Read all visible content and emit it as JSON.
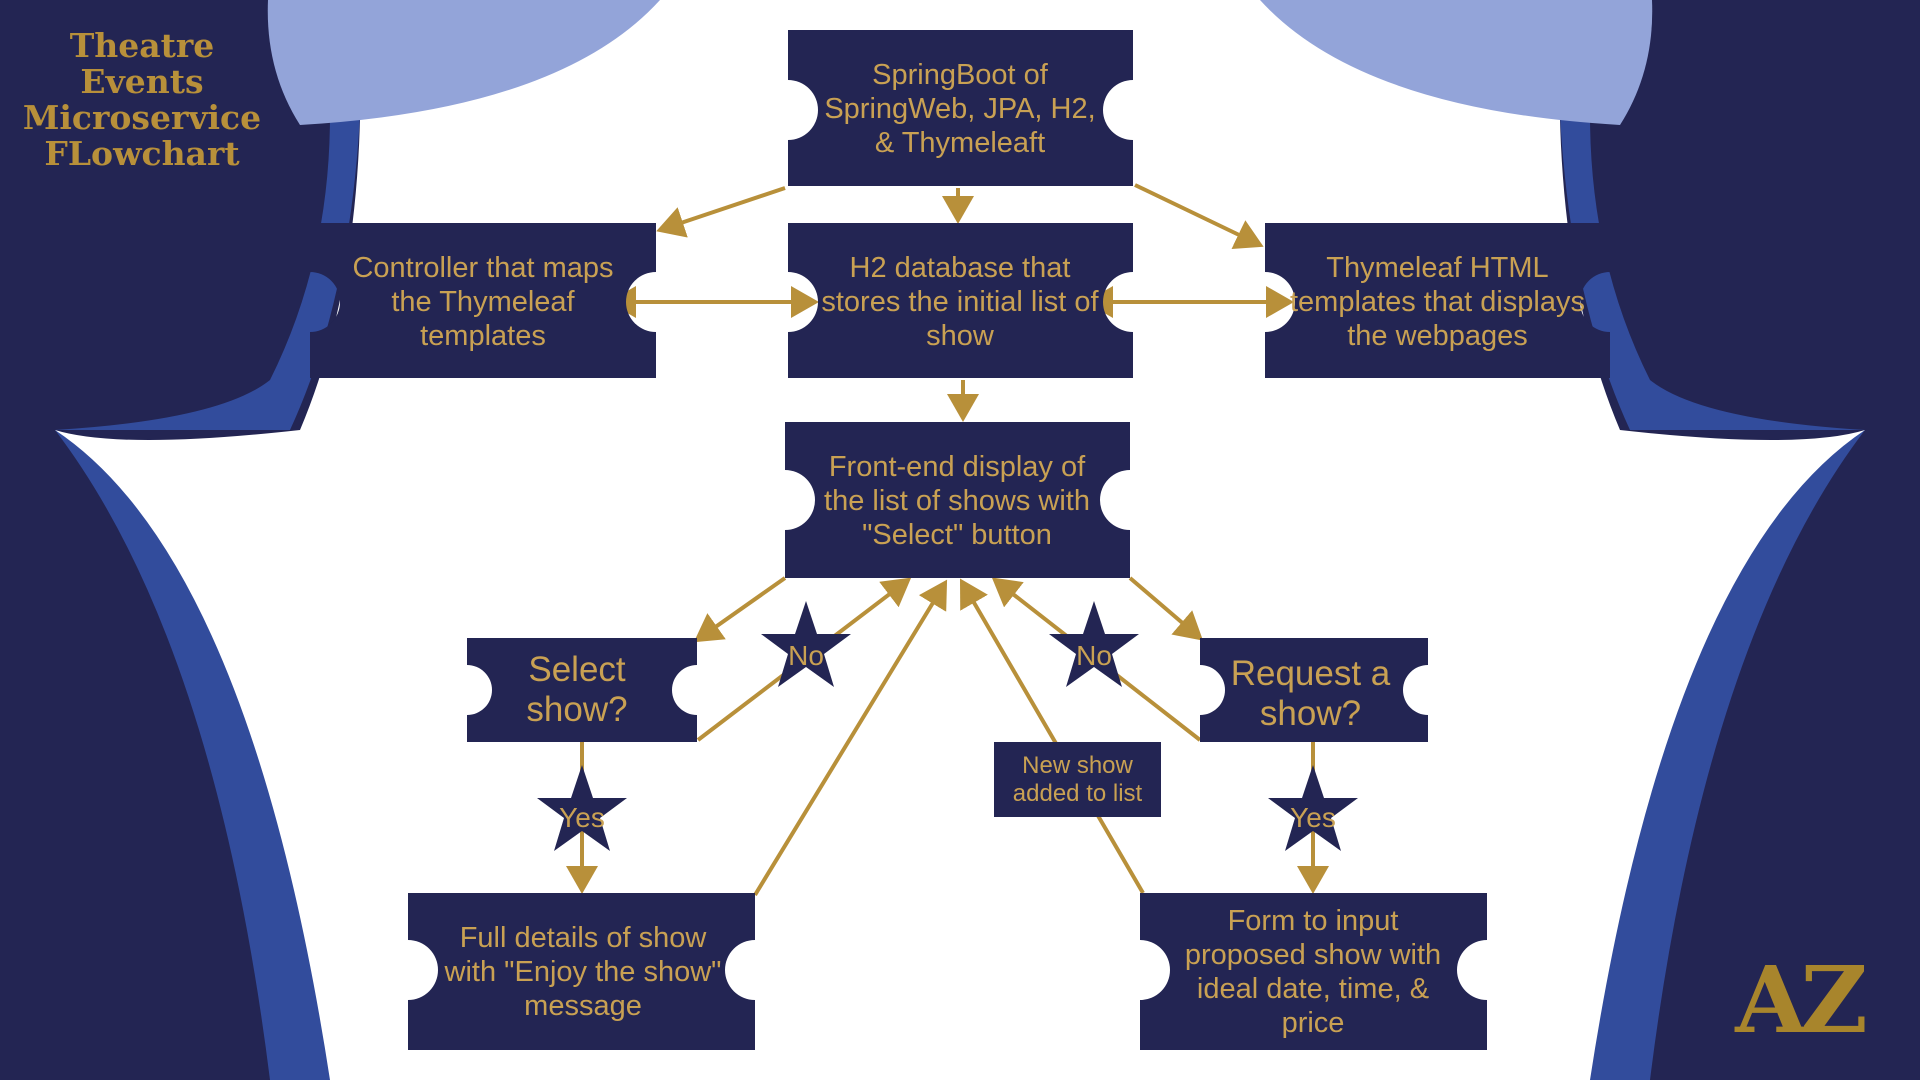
{
  "title_lines": [
    "Theatre",
    "Events",
    "Microservice",
    "FLowchart"
  ],
  "logo": "AZ",
  "colors": {
    "navy": "#232553",
    "royal_blue": "#324c9c",
    "light_blue": "#93a4d9",
    "gold": "#b8903a",
    "gold_text": "#c9a153",
    "white": "#ffffff"
  },
  "nodes": {
    "springboot": "SpringBoot of SpringWeb, JPA, H2, & Thymeleaft",
    "controller": "Controller that maps the Thymeleaf templates",
    "h2_database": "H2 database that stores the initial list of show",
    "thymeleaf_templates": "Thymeleaf HTML templates that displays the webpages",
    "front_end": "Front-end display of the list of shows with \"Select\" button",
    "select_show": "Select show?",
    "request_show": "Request a show?",
    "new_show_added": "New show added to list",
    "full_details": "Full details of show with \"Enjoy the show\" message",
    "form_input": "Form to input proposed show with ideal date, time, & price"
  },
  "stars": {
    "no_left": "No",
    "no_right": "No",
    "yes_left": "Yes",
    "yes_right": "Yes"
  }
}
